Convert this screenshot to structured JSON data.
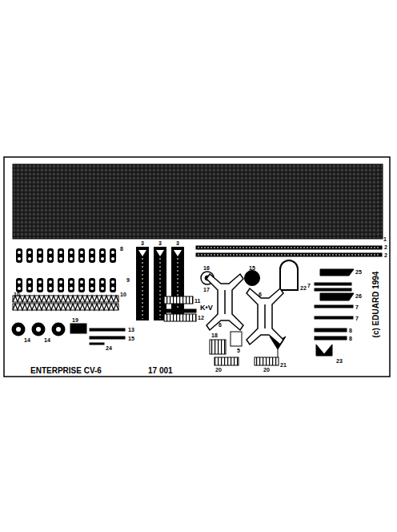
{
  "diagram": {
    "labels": [
      "1",
      "2",
      "2",
      "3",
      "3",
      "3",
      "8",
      "9",
      "10",
      "10",
      "14",
      "14",
      "19",
      "13",
      "15",
      "24",
      "11",
      "12",
      "16",
      "17",
      "15",
      "K•V",
      "6",
      "6",
      "18",
      "5",
      "22",
      "20",
      "20",
      "21",
      "7",
      "7",
      "7",
      "8",
      "8",
      "25",
      "26",
      "23",
      "ENTERPRISE CV-6",
      "17 001",
      "(c) EDUARD 1994"
    ]
  }
}
